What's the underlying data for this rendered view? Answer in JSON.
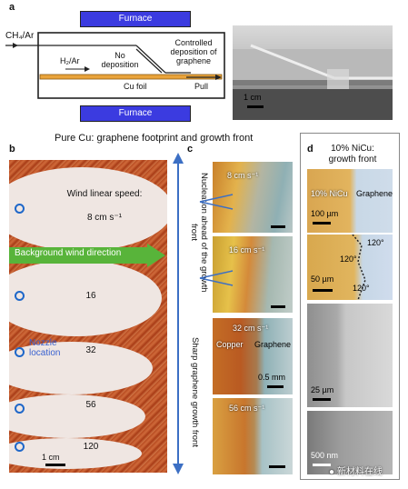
{
  "panel_a": {
    "label": "a",
    "furnace_top": "Furnace",
    "furnace_bottom": "Furnace",
    "gas_in": "CH₄/Ar",
    "gas_h2": "H₂/Ar",
    "no_deposition": "No deposition",
    "controlled": "Controlled deposition of graphene",
    "cu_foil": "Cu foil",
    "pull": "Pull",
    "scale": "1 cm"
  },
  "panel_b": {
    "label": "b",
    "heading": "Pure Cu: graphene footprint and growth front",
    "wind_title": "Wind linear speed:",
    "speeds": [
      "8 cm s⁻¹",
      "16",
      "32",
      "56",
      "120"
    ],
    "wind_direction": "Background wind direction",
    "nozzle": "Nozzle location",
    "scale": "1 cm"
  },
  "panel_c": {
    "label": "c",
    "arrow_top": "Nucleation ahead of the growth front",
    "arrow_bottom": "Sharp graphene growth front",
    "speeds": [
      "8 cm s⁻¹",
      "16 cm s⁻¹",
      "32 cm s⁻¹",
      "56 cm s⁻¹"
    ],
    "copper": "Copper",
    "graphene": "Graphene",
    "scale": "0.5 mm"
  },
  "panel_d": {
    "label": "d",
    "heading": "10% NiCu: growth front",
    "nicu": "10% NiCu",
    "graphene": "Graphene",
    "scales": [
      "100 µm",
      "50 µm",
      "25 µm",
      "500 nm"
    ],
    "angles": [
      "120°",
      "120°",
      "120°"
    ]
  },
  "watermark": "新材料在线"
}
